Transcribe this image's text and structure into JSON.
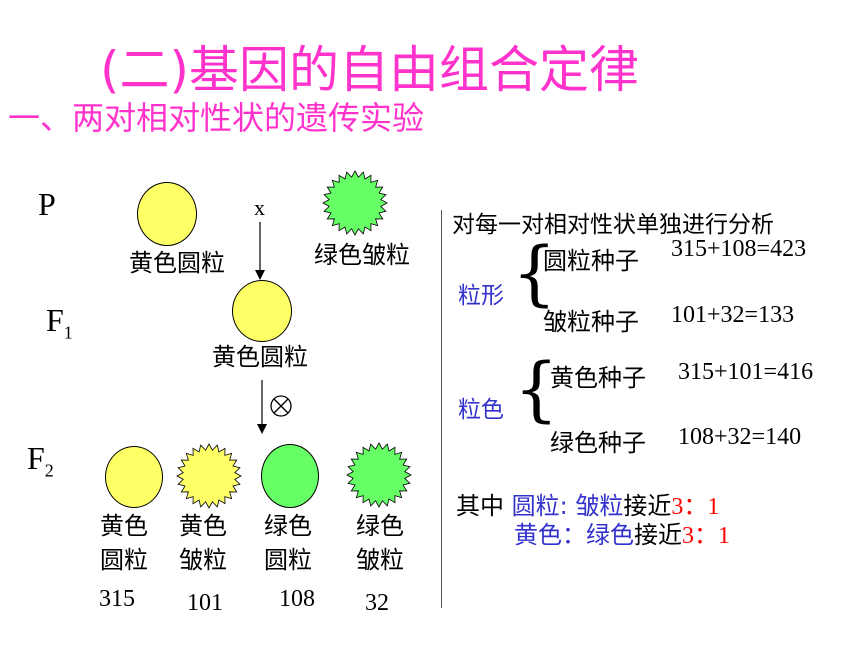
{
  "title": "(二)基因的自由组合定律",
  "subtitle": "一、两对相对性状的遗传实验",
  "generations": {
    "p": "P",
    "f1": "F",
    "f1_sub": "1",
    "f2": "F",
    "f2_sub": "2"
  },
  "cross_symbol": "x",
  "self_symbol": "⊗",
  "parents": {
    "left_label": "黄色圆粒",
    "right_label": "绿色皱粒"
  },
  "f1_label": "黄色圆粒",
  "f2": [
    {
      "line1": "黄色",
      "line2": "圆粒",
      "count": "315"
    },
    {
      "line1": "黄色",
      "line2": "皱粒",
      "count": "101"
    },
    {
      "line1": "绿色",
      "line2": "圆粒",
      "count": "108"
    },
    {
      "line1": "绿色",
      "line2": "皱粒",
      "count": "32"
    }
  ],
  "analysis": {
    "heading": "对每一对相对性状单独进行分析",
    "shape": {
      "label": "粒形",
      "row1_name": "圆粒种子",
      "row1_value": "315+108=423",
      "row2_name": "皱粒种子",
      "row2_value": "101+32=133"
    },
    "color": {
      "label": "粒色",
      "row1_name": "黄色种子",
      "row1_value": "315+101=416",
      "row2_name": "绿色种子",
      "row2_value": "108+32=140"
    },
    "conclusion": {
      "prefix": "其中 ",
      "ratio1_a": "圆粒",
      "ratio1_sep": ": ",
      "ratio1_b": "皱粒",
      "near1": "接近",
      "ratio1_val": "3：1",
      "ratio2_a": "黄色",
      "ratio2_sep": "：",
      "ratio2_b": "绿色",
      "near2": "接近",
      "ratio2_val": "3：1"
    }
  },
  "colors": {
    "title": "#ff33cc",
    "yellow": "#ffff66",
    "green": "#66ff66",
    "blue": "#3333cc",
    "red": "#ff0000"
  }
}
